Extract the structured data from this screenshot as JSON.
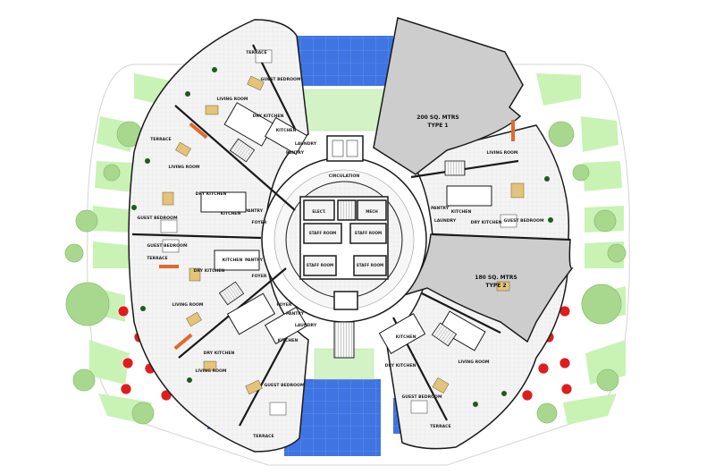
{
  "labels": {
    "circulation": "CIRCULATION",
    "elect": "ELECT.",
    "mech": "MECH",
    "staff_room": "STAFF ROOM",
    "type1_area": "200 SQ. MTRS",
    "type1_name": "TYPE 1",
    "type2_area": "180 SQ. MTRS",
    "type2_name": "TYPE 2",
    "terrace": "TERRACE",
    "guest_bedroom": "GUEST BEDROOM",
    "living_room": "LIVING ROOM",
    "dry_kitchen": "DRY KITCHEN",
    "kitchen": "KITCHEN",
    "pantry": "PANTRY",
    "laundry": "LAUNDRY",
    "foyer": "FOYER"
  },
  "colors": {
    "pool": "#3f74e3",
    "lawn": "#c9f2b5",
    "tree": "#a8d88e",
    "solid_unit": "#cdcdcd",
    "floor": "#f3f3f3",
    "wall": "#1a1a1a",
    "umbrella": "#e01d1d",
    "sofa": "#e4c37a",
    "accent_orange": "#e06a2c"
  }
}
